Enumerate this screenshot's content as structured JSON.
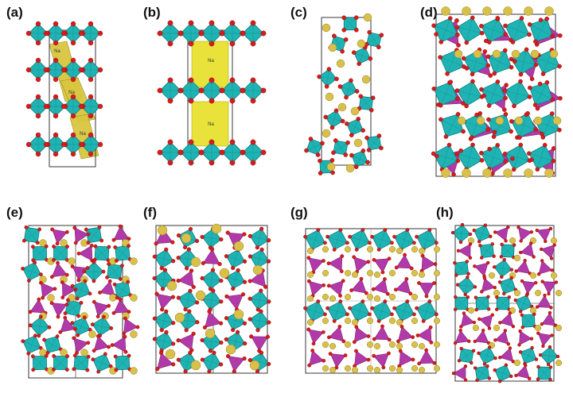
{
  "panels": [
    {
      "id": "a",
      "label": "(a)"
    },
    {
      "id": "b",
      "label": "(b)"
    },
    {
      "id": "c",
      "label": "(c)"
    },
    {
      "id": "d",
      "label": "(d)"
    },
    {
      "id": "e",
      "label": "(e)"
    },
    {
      "id": "f",
      "label": "(f)"
    },
    {
      "id": "g",
      "label": "(g)"
    },
    {
      "id": "h",
      "label": "(h)"
    }
  ],
  "atom_label": "Na",
  "colors": {
    "octahedron": "#1fb3b3",
    "octahedron_edge": "#0c7f80",
    "tetrahedron": "#b23aa8",
    "na_prism": "#d9c640",
    "na_prism_bright": "#e8e23a",
    "oxygen": "#d41c1c",
    "sodium": "#d8c04a",
    "cell_edge": "#222222"
  }
}
